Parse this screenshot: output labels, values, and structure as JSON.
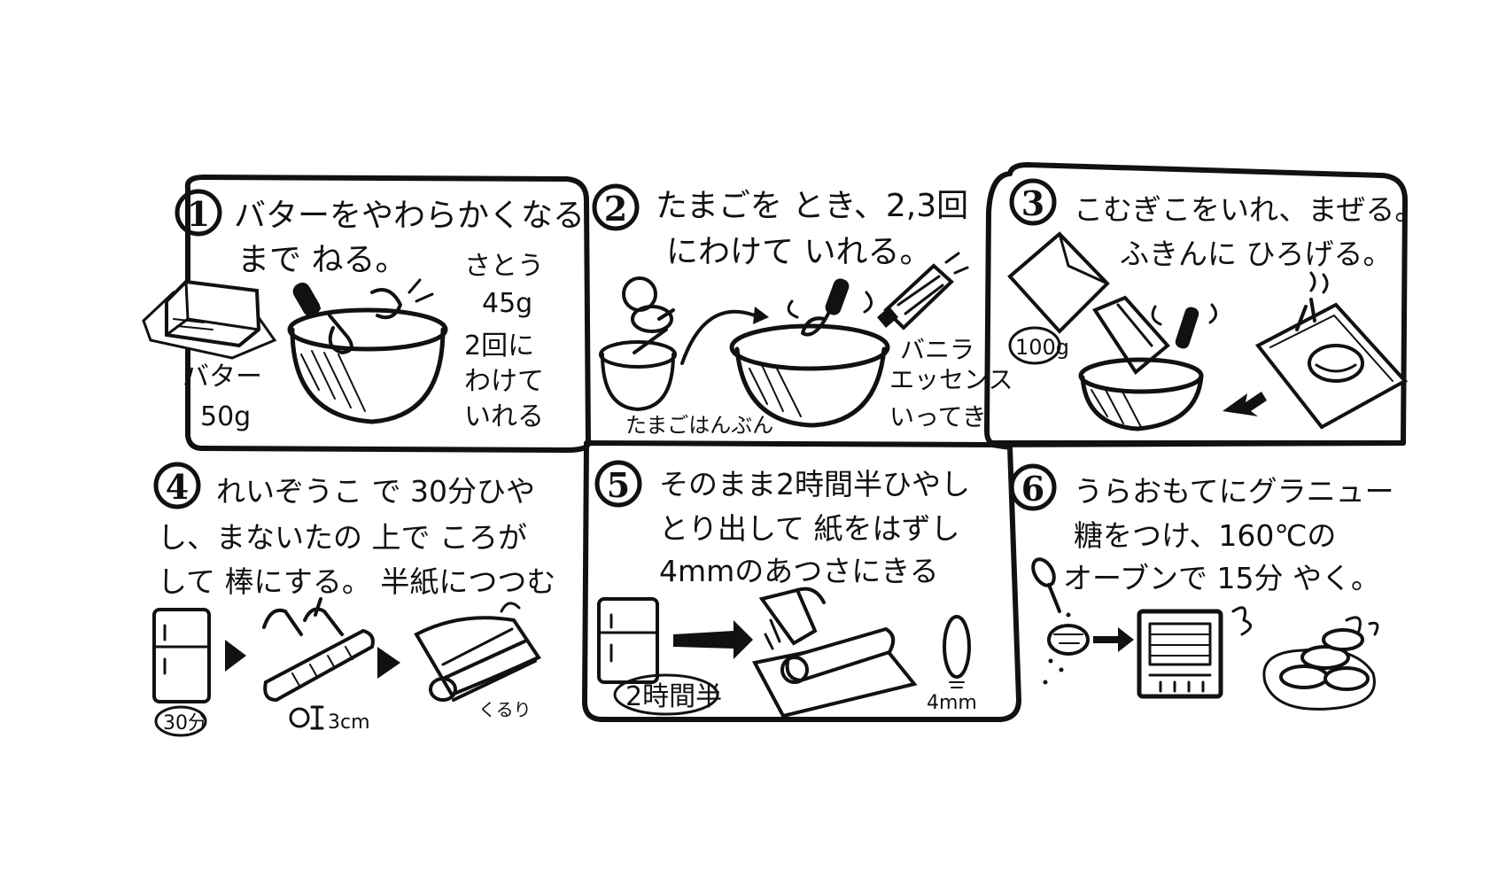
{
  "steps": [
    {
      "number": "1",
      "lines": [
        "バターをやわらかくなる",
        "まで ねる。"
      ],
      "labels": {
        "butter_name": "バター",
        "butter_amount": "50g",
        "sugar_name": "さとう",
        "sugar_amount": "45g",
        "sugar_note": [
          "2回に",
          "わけて",
          "いれる"
        ]
      }
    },
    {
      "number": "2",
      "lines": [
        "たまごを とき、2,3回",
        "にわけて いれる。"
      ],
      "labels": {
        "egg": "たまごはんぶん",
        "vanilla": [
          "バニラ",
          "エッセンス"
        ],
        "vanilla_note": "いってき"
      }
    },
    {
      "number": "3",
      "lines": [
        "こむぎこをいれ、まぜる。",
        "ふきんに ひろげる。"
      ],
      "labels": {
        "flour_amount": "100g"
      }
    },
    {
      "number": "4",
      "lines": [
        "れいぞうこ で 30分ひや",
        "し、まないたの 上で ころが",
        "して 棒にする。 半紙につつむ"
      ],
      "labels": {
        "time": "30分",
        "diameter": "3cm",
        "wrap": "くるり"
      }
    },
    {
      "number": "5",
      "lines": [
        "そのまま2時間半ひやし",
        "とり出して 紙をはずし",
        "4mmのあつさにきる"
      ],
      "labels": {
        "time": "2時間半",
        "thickness": "4mm"
      }
    },
    {
      "number": "6",
      "lines": [
        "うらおもてにグラニュー",
        "糖をつけ、160℃の",
        "オーブンで 15分 やく。"
      ],
      "labels": {}
    }
  ],
  "colors": {
    "ink": "#111111",
    "paper": "#ffffff"
  }
}
